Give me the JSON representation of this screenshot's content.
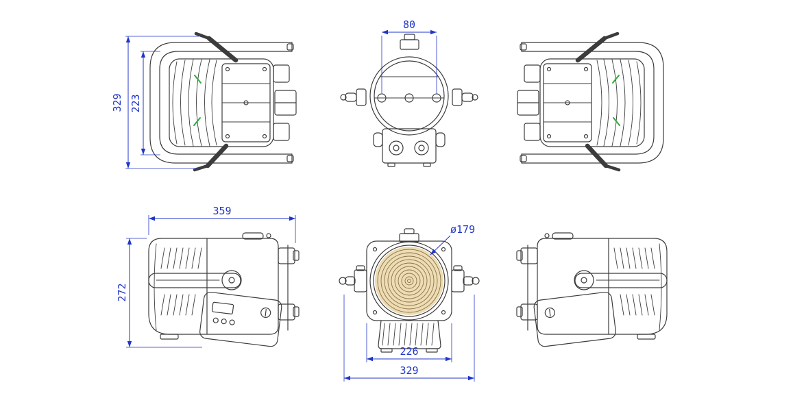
{
  "colors": {
    "background": "#ffffff",
    "line_dark": "#3c3c3c",
    "dimension_blue": "#2036c8",
    "accent_green": "#2fa83c",
    "lens_fill": "#eddcb4",
    "lens_ring": "#8a7348"
  },
  "dimensions": {
    "top_view_overall_height": "329",
    "top_view_yoke_height": "223",
    "mount_spacing": "80",
    "side_view_length": "359",
    "side_view_height": "272",
    "lens_diameter": "ø179",
    "front_lower_width": "226",
    "front_overall_width": "329"
  }
}
